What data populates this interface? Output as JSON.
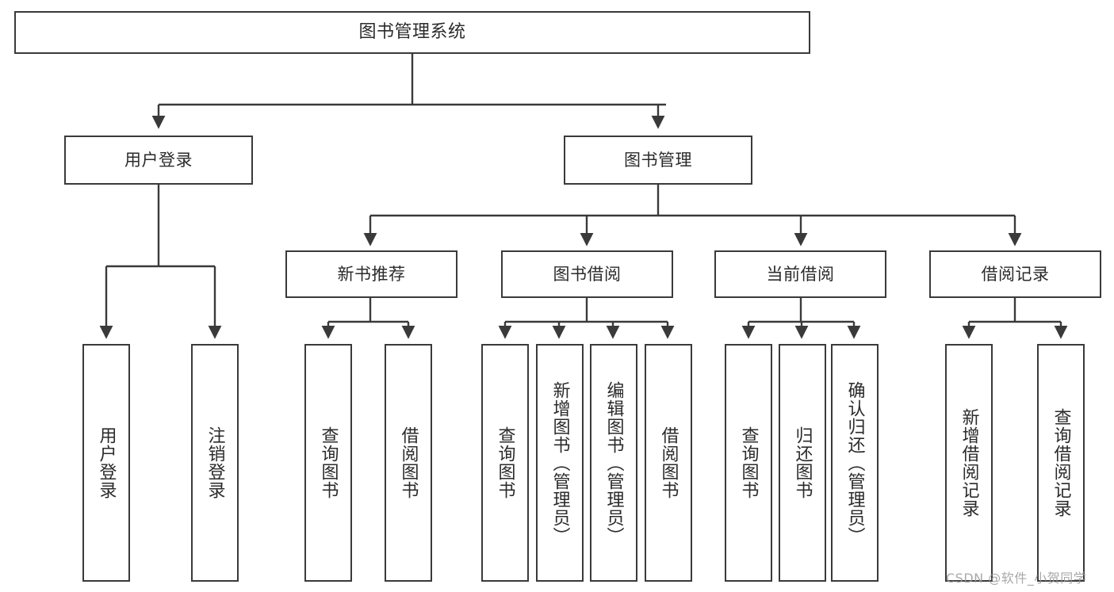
{
  "diagram": {
    "title": "图书管理系统",
    "type": "tree-hierarchy",
    "root": {
      "label": "图书管理系统"
    },
    "level2": [
      {
        "label": "用户登录"
      },
      {
        "label": "图书管理"
      }
    ],
    "level3": [
      {
        "label": "新书推荐"
      },
      {
        "label": "图书借阅"
      },
      {
        "label": "当前借阅"
      },
      {
        "label": "借阅记录"
      }
    ],
    "leaves": {
      "user_login": [
        {
          "label": "用户登录"
        },
        {
          "label": "注销登录"
        }
      ],
      "new_book_recommend": [
        {
          "label": "查询图书"
        },
        {
          "label": "借阅图书"
        }
      ],
      "book_borrow": [
        {
          "label": "查询图书"
        },
        {
          "label": "新增图书（管理员）"
        },
        {
          "label": "编辑图书（管理员）"
        },
        {
          "label": "借阅图书"
        }
      ],
      "current_borrow": [
        {
          "label": "查询图书"
        },
        {
          "label": "归还图书"
        },
        {
          "label": "确认归还（管理员）"
        }
      ],
      "borrow_records": [
        {
          "label": "新增借阅记录"
        },
        {
          "label": "查询借阅记录"
        }
      ]
    }
  },
  "watermark": {
    "text": "CSDN @软件_小贺同学"
  },
  "colors": {
    "stroke": "#3a3a3a",
    "fill": "#ffffff",
    "text": "#2b2b2b",
    "watermark": "#9a9a9a"
  }
}
